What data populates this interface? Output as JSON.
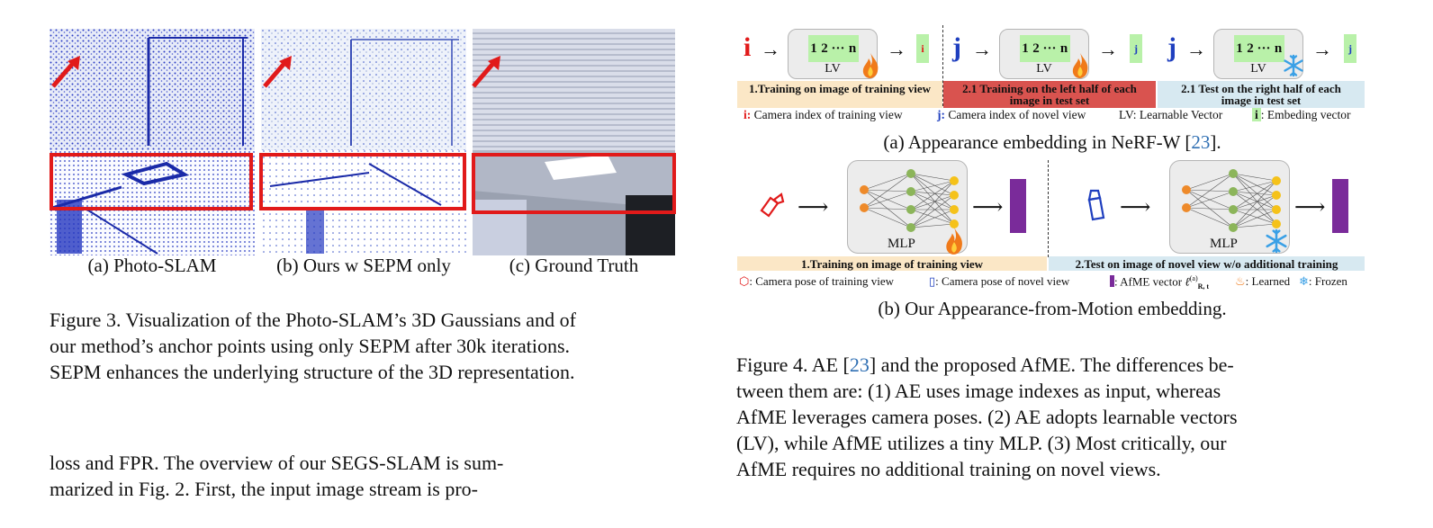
{
  "figure3": {
    "panels": [
      {
        "caption": "(a) Photo-SLAM"
      },
      {
        "caption": "(b) Ours w SEPM only"
      },
      {
        "caption": "(c) Ground Truth"
      }
    ],
    "caption_lines": [
      "Figure 3. Visualization of the Photo-SLAM’s 3D Gaussians and of",
      "our method’s anchor points using only SEPM after 30k iterations.",
      "SEPM enhances the underlying structure of the 3D representation."
    ]
  },
  "body_text_lines": [
    "loss and FPR. The overview of our SEGS-SLAM is sum-",
    "marized in Fig. 2.  First, the input image stream is pro-"
  ],
  "figure4a": {
    "indices": [
      "i",
      "j",
      "j"
    ],
    "lv_cells": [
      "1",
      "2",
      "···",
      "n"
    ],
    "lv_label": "LV",
    "embeddings": [
      "i",
      "j",
      "j"
    ],
    "band_labels": [
      "1.Training on image of training view",
      "2.1 Training on the left half of each image in test set",
      "2.1 Test on the right half of each image in test set"
    ],
    "band_colors": [
      "#fbe7c6",
      "#d9534f",
      "#d7e9f1"
    ],
    "legend": [
      {
        "key": "i:",
        "text": "Camera index of training view"
      },
      {
        "key": "j:",
        "text": "Camera index of novel view"
      },
      {
        "key": "LV:",
        "text": "Learnable Vector"
      },
      {
        "key": "i",
        "text": ": Embeding vector"
      }
    ],
    "caption_prefix": "(a) Appearance embedding in NeRF-W [",
    "caption_ref": "23",
    "caption_suffix": "]."
  },
  "figure4b": {
    "mlp_label": "MLP",
    "band_labels": [
      "1.Training on image of training view",
      "2.Test on image of novel view w/o additional training"
    ],
    "legend": [
      ": Camera pose of training view",
      ": Camera pose of novel view",
      ": AfME vector",
      ": Learned",
      ": Frozen"
    ],
    "math_symbol": "ℓ",
    "math_sup": "(a)",
    "math_sub": "R, t",
    "caption": "(b) Our Appearance-from-Motion embedding."
  },
  "figure4_caption": {
    "prefix": "Figure 4.  AE [",
    "ref": "23",
    "rest_line1": "] and the proposed AfME. The differences be-",
    "lines": [
      "tween them are:  (1) AE uses image indexes as input, whereas",
      "AfME leverages camera poses.  (2) AE adopts learnable vectors",
      "(LV), while AfME utilizes a tiny MLP. (3) Most critically, our",
      "AfME requires no additional training on novel views."
    ]
  },
  "colors": {
    "red": "#e11a1a",
    "blue": "#1f3fbf",
    "purple": "#7a2b9a",
    "citation": "#2f6fb3",
    "green_cell": "#b9f1a9"
  }
}
